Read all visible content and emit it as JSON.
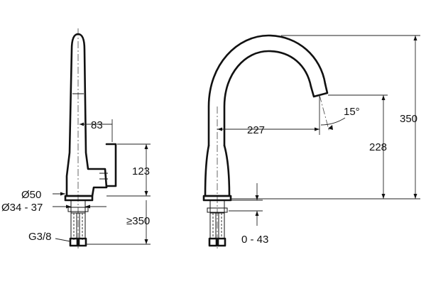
{
  "colors": {
    "line": "#111111",
    "background": "#ffffff"
  },
  "dimensions": {
    "spout_height_side": "83",
    "lever_height": "123",
    "base_diameter": "Ø50",
    "hole_diameter_range": "Ø34 - 37",
    "hose_length": "≥350",
    "connection_thread": "G3/8",
    "spout_reach": "227",
    "spout_tilt": "15°",
    "outlet_height": "228",
    "overall_height": "350",
    "counter_thickness_range": "0 - 43"
  }
}
